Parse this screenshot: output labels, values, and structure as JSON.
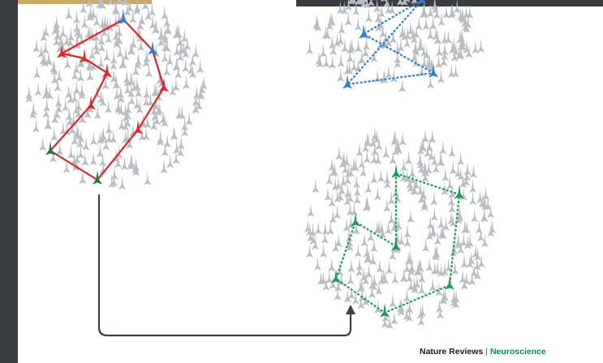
{
  "credit": {
    "journal": "Nature Reviews",
    "separator": "|",
    "section": "Neuroscience"
  },
  "colors": {
    "red_path": "#e0262c",
    "blue_path": "#2a7fd4",
    "green_path": "#1d9a52",
    "dark_green_neuron": "#1e7a3c",
    "neuron_field": "#b9bdc2",
    "connector_arrow": "#3a4046",
    "dark_backdrop": "#3a3d40",
    "top_strip": "#caa96a"
  },
  "icons": {
    "neuron": "pyramidal-neuron-icon",
    "arrowhead": "arrowhead-up-icon"
  },
  "diagram": {
    "clusters": [
      {
        "name": "left-neuron-cluster",
        "ensemble": "red-ensemble"
      },
      {
        "name": "top-right-neuron-cluster",
        "ensemble": "blue-ensemble"
      },
      {
        "name": "bottom-right-neuron-cluster",
        "ensemble": "green-ensemble"
      }
    ],
    "connector": "arrow-left-to-bottom-right"
  }
}
